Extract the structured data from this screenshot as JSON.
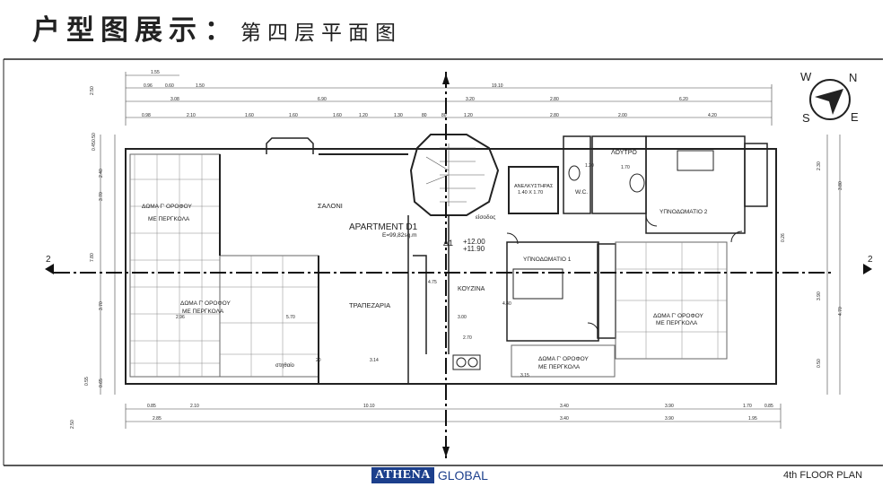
{
  "header": {
    "title_main": "户型图展示",
    "separator": "：",
    "title_sub": "第四层平面图"
  },
  "compass": {
    "w": "W",
    "n": "N",
    "s": "S",
    "e": "E"
  },
  "section_marks": {
    "left": "2",
    "right": "2"
  },
  "plan": {
    "apartment": "APARTMENT D1",
    "area": "E=99,82sq.m",
    "level_mark": "Δ1",
    "level_top": "+12.00",
    "level_bottom": "+11.90",
    "salon": "ΣΑΛΟΝΙ",
    "dining": "ΤΡΑΠΕΖΑΡΙΑ",
    "kitchen": "ΚΟΥΖΙΝΑ",
    "bath": "ΛΟΥΤΡΟ",
    "wc": "W.C.",
    "elevator": "ΑΝΕΛΚΥΣΤΗΡΑΣ",
    "elevator_size": "1.40 X 1.70",
    "entrance": "είσοδος",
    "bedroom1": "ΥΠΝΟΔΩΜΑΤΙΟ 1",
    "bedroom2": "ΥΠΝΟΔΩΜΑΤΙΟ 2",
    "roof_a1": "ΔΩΜΑ Γ' ΟΡΟΦΟΥ",
    "roof_a2": "ΜΕ ΠΕΡΓΚΟΛΑ",
    "roof_b1": "ΔΩΜΑ Γ' ΟΡΟΦΟΥ",
    "roof_b2": "ΜΕ ΠΕΡΓΚΟΛΑ",
    "roof_c1": "ΔΩΜΑ Γ' ΟΡΟΦΟΥ",
    "roof_c2": "ΜΕ ΠΕΡΓΚΟΛΑ",
    "roof_d1": "ΔΩΜΑ Γ' ΟΡΟΦΟΥ",
    "roof_d2": "ΜΕ ΠΕΡΓΚΟΛΑ",
    "column": "στηθαίο"
  },
  "dimensions": {
    "top1": [
      "1.55"
    ],
    "top2": [
      "0.96",
      "0.60",
      "1.50",
      "19.10"
    ],
    "top3": [
      "3.08",
      "6.90",
      "3.20",
      "2.80",
      "6.20"
    ],
    "top4": [
      "0.98",
      "2.10",
      "1.60",
      "1.60",
      "1.60",
      "1.20",
      "1.30",
      "80",
      "80",
      "1.20",
      "2.80",
      "2.00",
      "4.20"
    ],
    "bottom1": [
      "0.85",
      "2.10",
      "10.10",
      "3.40",
      "3.90",
      "1.70",
      "0.85"
    ],
    "bottom2": [
      "2.85",
      "3.40",
      "3.90",
      "1.95"
    ],
    "inner": [
      "2.96",
      "5.70",
      "3.00",
      "2.70",
      "3.14",
      "20",
      "1.70",
      "1.20",
      "4.75",
      "4.40",
      "3.15"
    ],
    "left": [
      "2.50",
      "0.50",
      "0.45",
      "2.40",
      "3.70",
      "7.80",
      "3.70",
      "0.65",
      "2.50",
      "0.55"
    ],
    "right": [
      "2.30",
      "3.80",
      "3.90",
      "4.70",
      "0.50",
      "0.26"
    ]
  },
  "footer": {
    "logo_a": "ATHENA",
    "logo_b": "GLOBAL",
    "caption": "4th FLOOR PLAN"
  },
  "colors": {
    "ink": "#222222",
    "grid": "#888888",
    "logo_blue": "#1c3f8c"
  }
}
